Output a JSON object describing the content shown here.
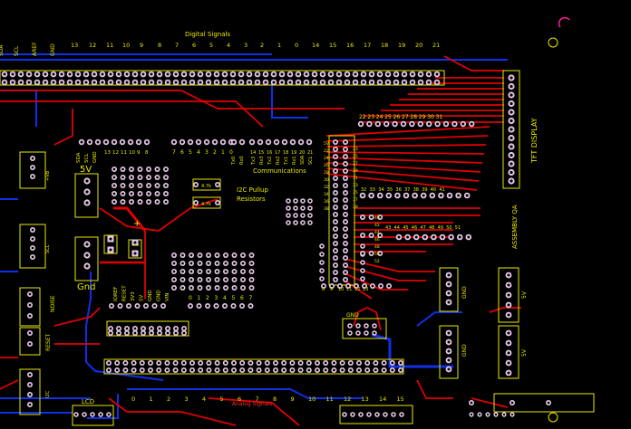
{
  "colors": {
    "background": "#000000",
    "top_copper": "#e00000",
    "bottom_copper": "#1030e8",
    "silkscreen": "#e8e800",
    "pad_ring": "#e6c8e6",
    "pad_hole": "#000000",
    "accent_magenta": "#ff20a0"
  },
  "labels": {
    "digital_signals": "Digital Signals",
    "analog_signals": "Analog Signals",
    "communications": "Communications",
    "i2c_pullup_line1": "I2C Pullup",
    "i2c_pullup_line2": "Resistors",
    "tft_display": "TFT DISPLAY",
    "assembly_qa": "ASSEMBLY QA",
    "power_5v": "5V",
    "gnd_large": "Gnd",
    "gnd": "GND",
    "lcd": "LCD",
    "noise": "NOISE",
    "reset": "RESET",
    "plus": "+",
    "minus": "−",
    "resistor_value": "4.7k"
  },
  "top_header_left_labels": [
    "SDA",
    "SCL",
    "AREF",
    "GND",
    "13",
    "12",
    "11",
    "10",
    "9",
    "8",
    "7",
    "6",
    "5",
    "4",
    "3",
    "2",
    "1",
    "0",
    "14",
    "15",
    "16",
    "17",
    "18",
    "19",
    "20",
    "21"
  ],
  "mid_header_left_labels": [
    "SDA",
    "SCL",
    "GND",
    "13",
    "12",
    "11",
    "10",
    "9",
    "8"
  ],
  "mid_header_digital_labels": [
    "7",
    "6",
    "5",
    "4",
    "3",
    "2",
    "1",
    "0"
  ],
  "mid_header_comm_labels": [
    "Tx3",
    "Rx3",
    "Tx2",
    "Rx2",
    "Tx1",
    "Rx1",
    "SDA",
    "SCL"
  ],
  "mid_header_comm_numbers": [
    "14",
    "15",
    "16",
    "17",
    "18",
    "19",
    "20",
    "21"
  ],
  "mid_header_serial_labels": [
    "Tx0",
    "Rx0"
  ],
  "power_header_labels": [
    "IOREF",
    "RESET",
    "3V3",
    "5V",
    "GND",
    "GND",
    "VIN"
  ],
  "analog_labels": [
    "0",
    "1",
    "2",
    "3",
    "4",
    "5",
    "6",
    "7"
  ],
  "bottom_analog_numbers": [
    "0",
    "1",
    "2",
    "3",
    "4",
    "5",
    "6",
    "7",
    "8",
    "9",
    "10",
    "11",
    "12",
    "13",
    "14",
    "15"
  ],
  "tft_pin_numbers": [
    "22",
    "23",
    "24",
    "25",
    "26",
    "27",
    "28",
    "29",
    "30",
    "31"
  ],
  "right_row_numbers_a": [
    "32",
    "33",
    "34",
    "35",
    "36",
    "37",
    "38",
    "39",
    "40",
    "41"
  ],
  "right_row_numbers_b": [
    "43",
    "44",
    "45",
    "46",
    "47",
    "48",
    "49",
    "50",
    "51"
  ],
  "center_column_labels": [
    "5V",
    "22",
    "24",
    "26",
    "28",
    "30",
    "32",
    "34",
    "36",
    "38"
  ],
  "center_column_right_labels": [
    "23",
    "25",
    "27",
    "29",
    "31",
    "33",
    "35",
    "37",
    "39"
  ],
  "center_mid_labels": [
    "40",
    "42",
    "44",
    "46",
    "48",
    "50",
    "52"
  ],
  "center_bottom_labels": [
    "8",
    "9",
    "10",
    "11",
    "12",
    "13"
  ],
  "left_side_labels": [
    "+VB",
    "SCL",
    "I2C"
  ],
  "right_conn_labels": [
    "GND",
    "GND",
    "5V",
    "5V"
  ]
}
